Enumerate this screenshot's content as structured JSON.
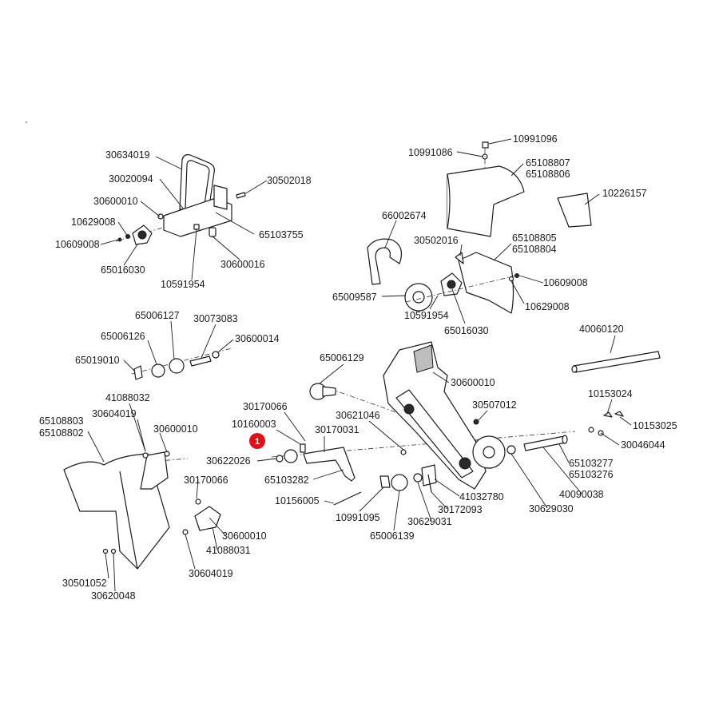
{
  "callout": {
    "number": "1",
    "color": "#e0101a"
  },
  "labels": {
    "p30634019": "30634019",
    "p30020094": "30020094",
    "p30502018": "30502018",
    "p30600010_a": "30600010",
    "p10629008_a": "10629008",
    "p65103755": "65103755",
    "p10609008_a": "10609008",
    "p30600016": "30600016",
    "p65016030_a": "65016030",
    "p10591954_a": "10591954",
    "p10991096": "10991096",
    "p10991086": "10991086",
    "p65108807": "65108807",
    "p65108806": "65108806",
    "p10226157": "10226157",
    "p66002674": "66002674",
    "p30502016": "30502016",
    "p65108805": "65108805",
    "p65108804": "65108804",
    "p10609008_b": "10609008",
    "p65009587": "65009587",
    "p10629008_b": "10629008",
    "p10591954_b": "10591954",
    "p65016030_b": "65016030",
    "p65006127": "65006127",
    "p30073083": "30073083",
    "p65006126": "65006126",
    "p30600014": "30600014",
    "p65019010": "65019010",
    "p40060120": "40060120",
    "p65006129": "65006129",
    "p30600010_b": "30600010",
    "p41088032": "41088032",
    "p30170066_a": "30170066",
    "p10153024": "10153024",
    "p65108803": "65108803",
    "p65108802": "65108802",
    "p30604019_a": "30604019",
    "p10160003": "10160003",
    "p30621046": "30621046",
    "p30507012": "30507012",
    "p10153025": "10153025",
    "p30600010_c": "30600010",
    "p30170031": "30170031",
    "p30046044": "30046044",
    "p30622026": "30622026",
    "p65103277": "65103277",
    "p65103276": "65103276",
    "p30170066_b": "30170066",
    "p65103282": "65103282",
    "p41032780": "41032780",
    "p40090038": "40090038",
    "p10156005": "10156005",
    "p30172093": "30172093",
    "p10991095": "10991095",
    "p30629031": "30629031",
    "p30629030": "30629030",
    "p30600010_d": "30600010",
    "p65006139": "65006139",
    "p41088031": "41088031",
    "p30501052": "30501052",
    "p30604019_b": "30604019",
    "p30620048": "30620048"
  }
}
